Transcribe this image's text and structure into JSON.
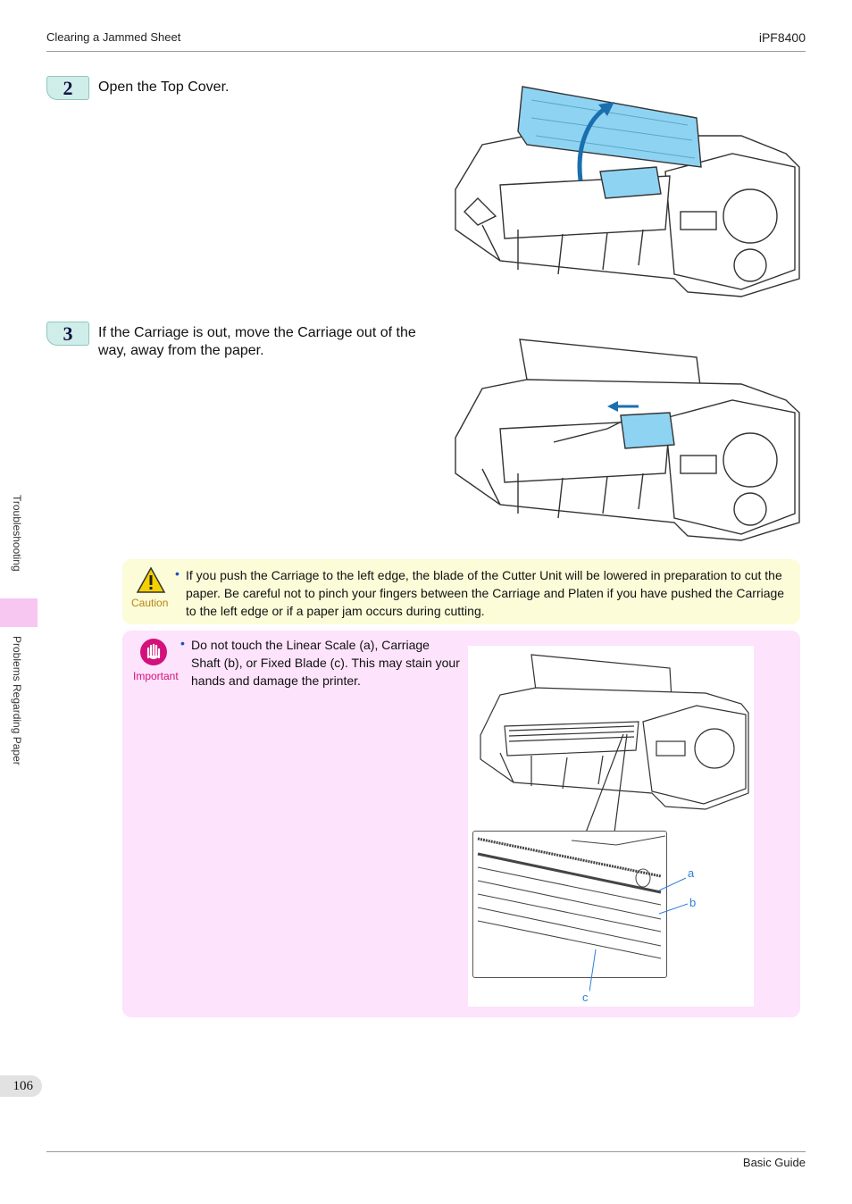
{
  "header": {
    "section": "Clearing a Jammed Sheet",
    "model": "iPF8400"
  },
  "steps": [
    {
      "number": "2",
      "text": "Open the Top Cover."
    },
    {
      "number": "3",
      "text": "If the Carriage is out, move the Carriage out of the way, away from the paper."
    }
  ],
  "caution": {
    "label": "Caution",
    "text": "If you push the Carriage to the left edge, the blade of the Cutter Unit will be lowered in preparation to cut the paper. Be careful not to pinch your fingers between the Carriage and Platen if you have pushed the Carriage to the left edge or if a paper jam occurs during cutting."
  },
  "important": {
    "label": "Important",
    "text": "Do not touch the Linear Scale (a), Carriage Shaft (b), or Fixed Blade (c). This may stain your hands and damage the printer.",
    "callouts": [
      "a",
      "b",
      "c"
    ]
  },
  "sidebar": {
    "chapter": "Troubleshooting",
    "section": "Problems Regarding Paper"
  },
  "footer": {
    "page": "106",
    "guide": "Basic Guide"
  },
  "colors": {
    "cover_highlight": "#8fd3f2",
    "caution_bg": "#fcfcd9",
    "important_bg": "#fde3fc",
    "step_badge": "#cfeee9",
    "callout": "#2f7fd8"
  }
}
